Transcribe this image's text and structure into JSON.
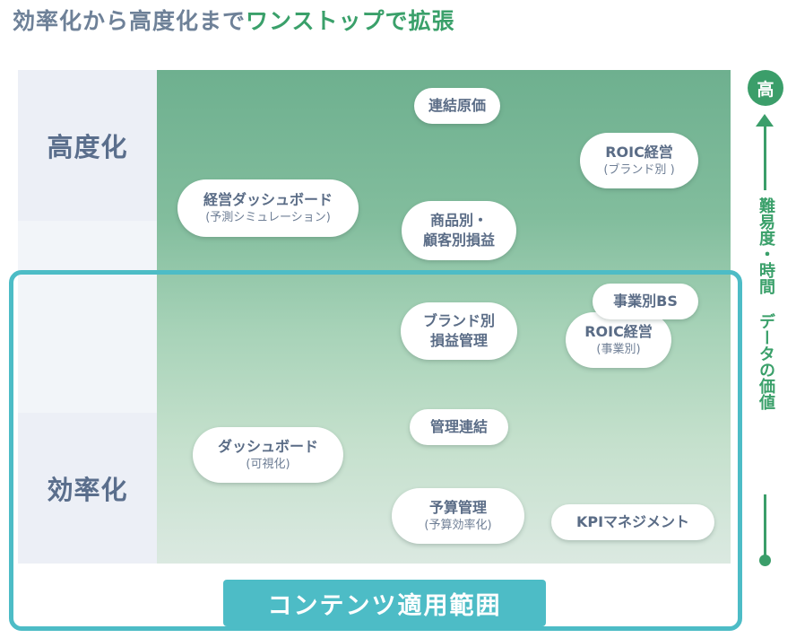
{
  "title": {
    "part1": "効率化から高度化まで",
    "part2": "ワンストップで拡張"
  },
  "rows": {
    "high": "高度化",
    "low": "効率化"
  },
  "frame_label": "コンテンツ適用範囲",
  "axis": {
    "top": "高",
    "label": "難易度・時間 データの価値"
  },
  "items": {
    "renketsu_genka": {
      "main": "連結原価"
    },
    "roic_brand": {
      "main": "ROIC経営",
      "sub": "(ブランド別 )"
    },
    "keiei_dashboard": {
      "main": "経営ダッシュボード",
      "sub": "(予測シミュレーション)"
    },
    "shohin_kokyaku": {
      "line1": "商品別・",
      "line2": "顧客別損益"
    },
    "jigyo_bs": {
      "main": "事業別BS"
    },
    "brand_soneki": {
      "line1": "ブランド別",
      "line2": "損益管理"
    },
    "roic_jigyo": {
      "main": "ROIC経営",
      "sub": "(事業別)"
    },
    "kanri_renketsu": {
      "main": "管理連結"
    },
    "dashboard": {
      "main": "ダッシュボード",
      "sub": "(可視化)"
    },
    "yosan_kanri": {
      "main": "予算管理",
      "sub": "(予算効率化)"
    },
    "kpi": {
      "main": "KPIマネジメント"
    }
  }
}
